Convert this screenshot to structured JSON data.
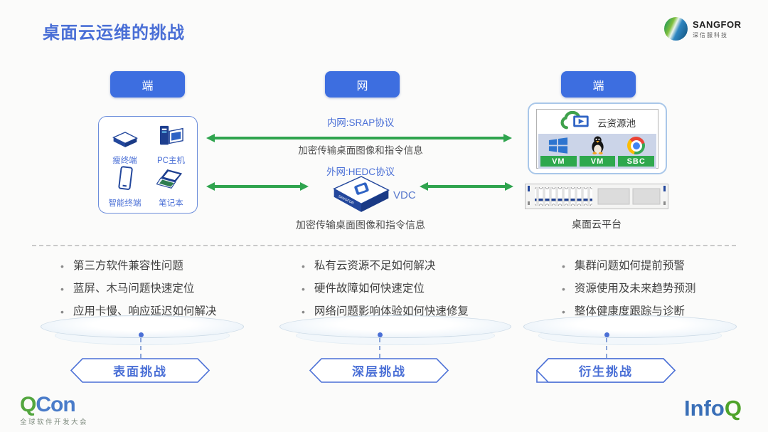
{
  "title": "桌面云运维的挑战",
  "brand": {
    "name": "SANGFOR",
    "subtitle": "深信服科技"
  },
  "nodes": {
    "left": "端",
    "center": "网",
    "right": "端"
  },
  "devices": [
    {
      "label": "瘦终端"
    },
    {
      "label": "PC主机"
    },
    {
      "label": "智能终端"
    },
    {
      "label": "笔记本"
    }
  ],
  "links": {
    "intranet_protocol": "内网:SRAP协议",
    "intranet_desc": "加密传输桌面图像和指令信息",
    "internet_protocol": "外网:HEDC协议",
    "internet_desc": "加密传输桌面图像和指令信息",
    "vdc_label": "VDC",
    "vdc_brand": "SANGFOR"
  },
  "cloud": {
    "pool_title": "云资源池",
    "vm_tags": [
      "VM",
      "VM",
      "SBC"
    ],
    "platform_label": "桌面云平台"
  },
  "challenges": [
    {
      "tag": "表面挑战",
      "items": [
        "第三方软件兼容性问题",
        "蓝屏、木马问题快速定位",
        "应用卡慢、响应延迟如何解决"
      ]
    },
    {
      "tag": "深层挑战",
      "items": [
        "私有云资源不足如何解决",
        "硬件故障如何快速定位",
        "网络问题影响体验如何快速修复"
      ]
    },
    {
      "tag": "衍生挑战",
      "items": [
        "集群问题如何提前预警",
        "资源使用及未来趋势预测",
        "整体健康度跟踪与诊断"
      ]
    }
  ],
  "footer": {
    "qcon_q": "Q",
    "qcon_con": "Con",
    "qcon_subtitle": "全球软件开发大会",
    "infoq_info": "Info",
    "infoq_q": "Q"
  },
  "colors": {
    "accent_blue": "#4A6FD6",
    "button_blue": "#3D6EE0",
    "arrow_green": "#2FA44E",
    "tag_green": "#2EA84D"
  }
}
